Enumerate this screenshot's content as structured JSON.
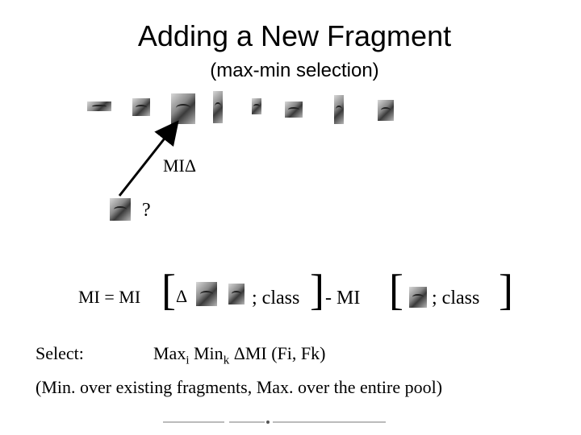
{
  "slide": {
    "title": "Adding a New Fragment",
    "subtitle": "(max-min selection)",
    "arrow_label": "MIΔ",
    "question_mark": "?",
    "equation": {
      "lhs": "MI = MI",
      "delta": "Δ",
      "class_text_1": "; class",
      "minus_mi": "- MI",
      "class_text_2": "; class",
      "open_bracket": "[",
      "close_bracket": "]"
    },
    "select_label": "Select:",
    "select_formula": {
      "max": "Max",
      "max_sub": "i",
      "min": "Min",
      "min_sub": "k",
      "rest": "ΔMI (Fi, Fk)"
    },
    "footnote": "(Min. over existing fragments, Max. over the entire pool)"
  },
  "fragment_icons": [
    "image-fragment-icon"
  ]
}
